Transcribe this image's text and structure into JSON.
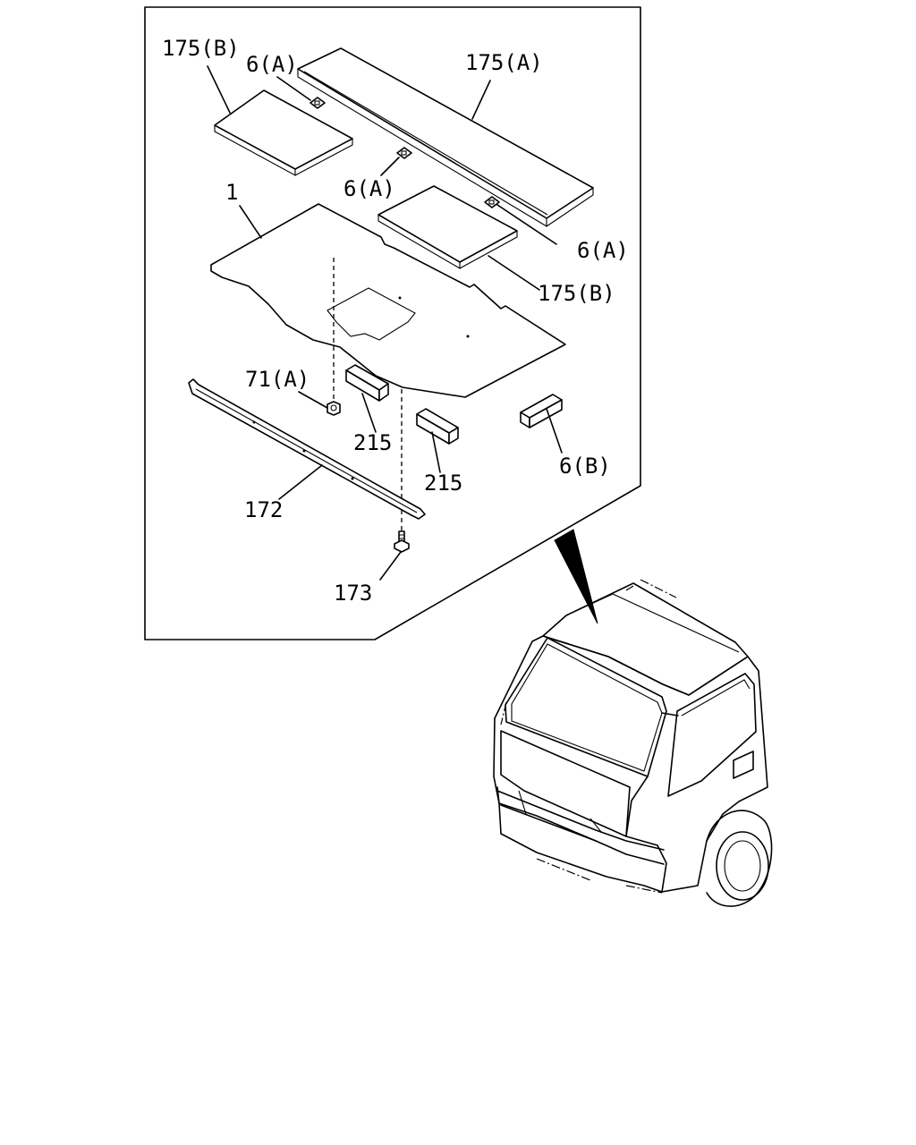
{
  "labels": {
    "part_175b_top": "175(B)",
    "part_6a_top": "6(A)",
    "part_175a": "175(A)",
    "part_6a_mid": "6(A)",
    "part_1": "1",
    "part_6a_right": "6(A)",
    "part_175b_right": "175(B)",
    "part_71a": "71(A)",
    "part_215_left": "215",
    "part_215_right": "215",
    "part_6b": "6(B)",
    "part_172": "172",
    "part_173": "173"
  }
}
